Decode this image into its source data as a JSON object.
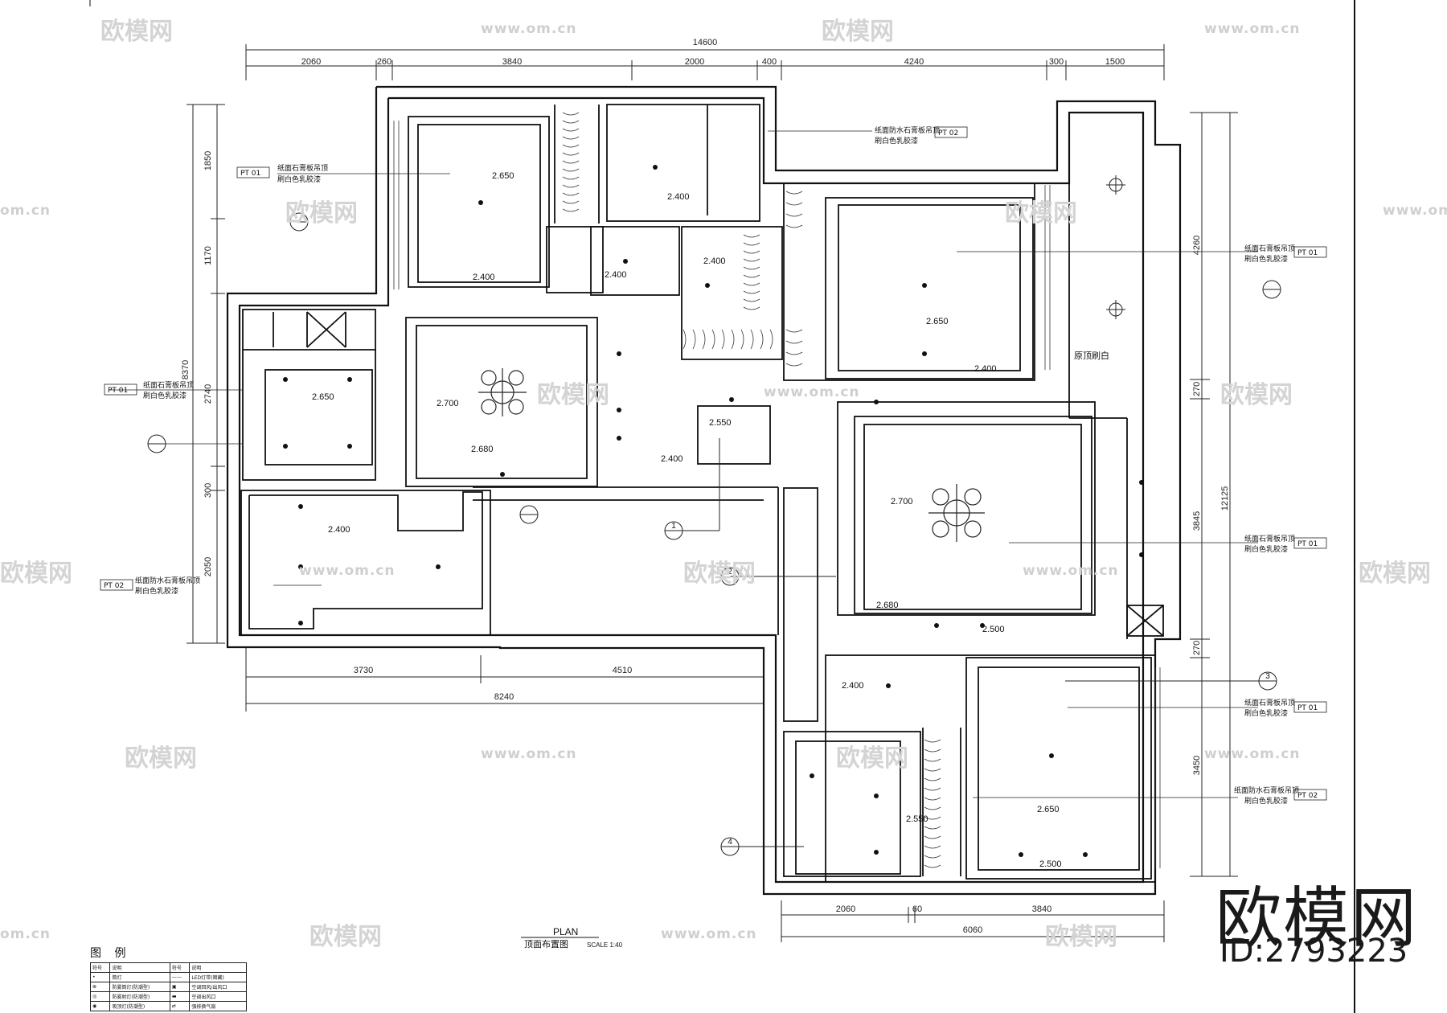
{
  "drawing": {
    "plan_title": "PLAN",
    "plan_subtitle": "顶面布置图",
    "scale": "SCALE 1:40"
  },
  "dimensions": {
    "top_total": "14600",
    "top": [
      "2060",
      "260",
      "3840",
      "2000",
      "400",
      "4240",
      "300",
      "1500"
    ],
    "left": [
      "1850",
      "1170",
      "8370",
      "2740",
      "300",
      "2050"
    ],
    "right": [
      "4260",
      "270",
      "3845",
      "12125",
      "270",
      "3450"
    ],
    "bottom_mid": [
      "3730",
      "4510"
    ],
    "bottom_mid_total": "8240",
    "bottom_right": [
      "2060",
      "60",
      "3840"
    ],
    "bottom_right_total": "6060"
  },
  "notes": {
    "pt01_code": "PT  01",
    "pt02_code": "PT  02",
    "gypsum_line1": "纸面石膏板吊顶",
    "gypsum_line2": "刷白色乳胶漆",
    "waterproof_line1": "纸面防水石膏板吊顶",
    "waterproof_line2": "刷白色乳胶漆",
    "kitchen_label": "原顶刷白"
  },
  "ceiling_heights": [
    "2.650",
    "2.400",
    "2.400",
    "2.400",
    "2.400",
    "2.650",
    "2.400",
    "2.650",
    "2.700",
    "2.680",
    "2.550",
    "2.400",
    "2.700",
    "2.680",
    "2.500",
    "2.400",
    "2.400",
    "2.550",
    "2.650",
    "2.500"
  ],
  "section_markers": [
    "1",
    "2",
    "3",
    "4"
  ],
  "legend": {
    "title": "图 例",
    "rows": [
      [
        "符号",
        "说明",
        "符号",
        "说明"
      ],
      [
        "•",
        "筒灯",
        "——",
        "LED灯带(暗藏)"
      ],
      [
        "⊗",
        "防雾筒灯(防潮型)",
        "▣",
        "空调回风/出风口"
      ],
      [
        "◎",
        "防雾射灯(防潮型)",
        "▬",
        "空调出风口"
      ],
      [
        "◉",
        "吸顶灯(防潮型)",
        "⇄",
        "强排换气扇"
      ]
    ]
  },
  "watermark": {
    "brand": "欧模网",
    "url": "www.om.cn",
    "url_short": "om.cn"
  },
  "logo": {
    "text": "欧模网",
    "id": "ID:2793223"
  }
}
